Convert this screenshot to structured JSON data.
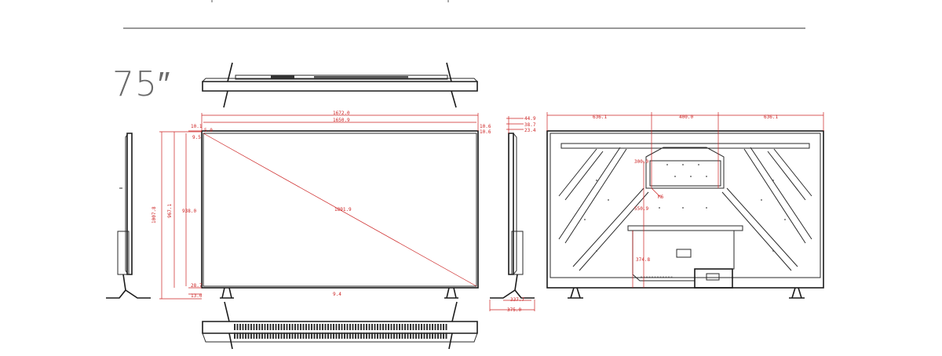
{
  "model": {
    "size_label": "75″"
  },
  "dimensions": {
    "front": {
      "overall_width": "1672.0",
      "screen_width": "1650.9",
      "diagonal": "1891.9",
      "overall_height_with_stand": "1007.8",
      "overall_height": "967.1",
      "screen_height": "938.0",
      "bezel_top": "10.1",
      "bezel_top_inner": "9.5",
      "bezel_left_small": "5.0",
      "bezel_right_a": "10.6",
      "bezel_right_b": "10.6",
      "bottom_bezel": "28.7",
      "stand_gap": "13.0",
      "stand_span": "9.4"
    },
    "side": {
      "depth_top": "44.9",
      "depth_a": "38.7",
      "depth_b": "23.4",
      "stand_depth": "337.7",
      "base_depth": "375.0"
    },
    "back": {
      "left_offset": "636.1",
      "vesa_span": "400.0",
      "right_offset": "636.1",
      "vesa_vertical": "300.0",
      "mount_hole": "M6",
      "mount_height": "550.9",
      "lower_height": "374.8"
    }
  }
}
